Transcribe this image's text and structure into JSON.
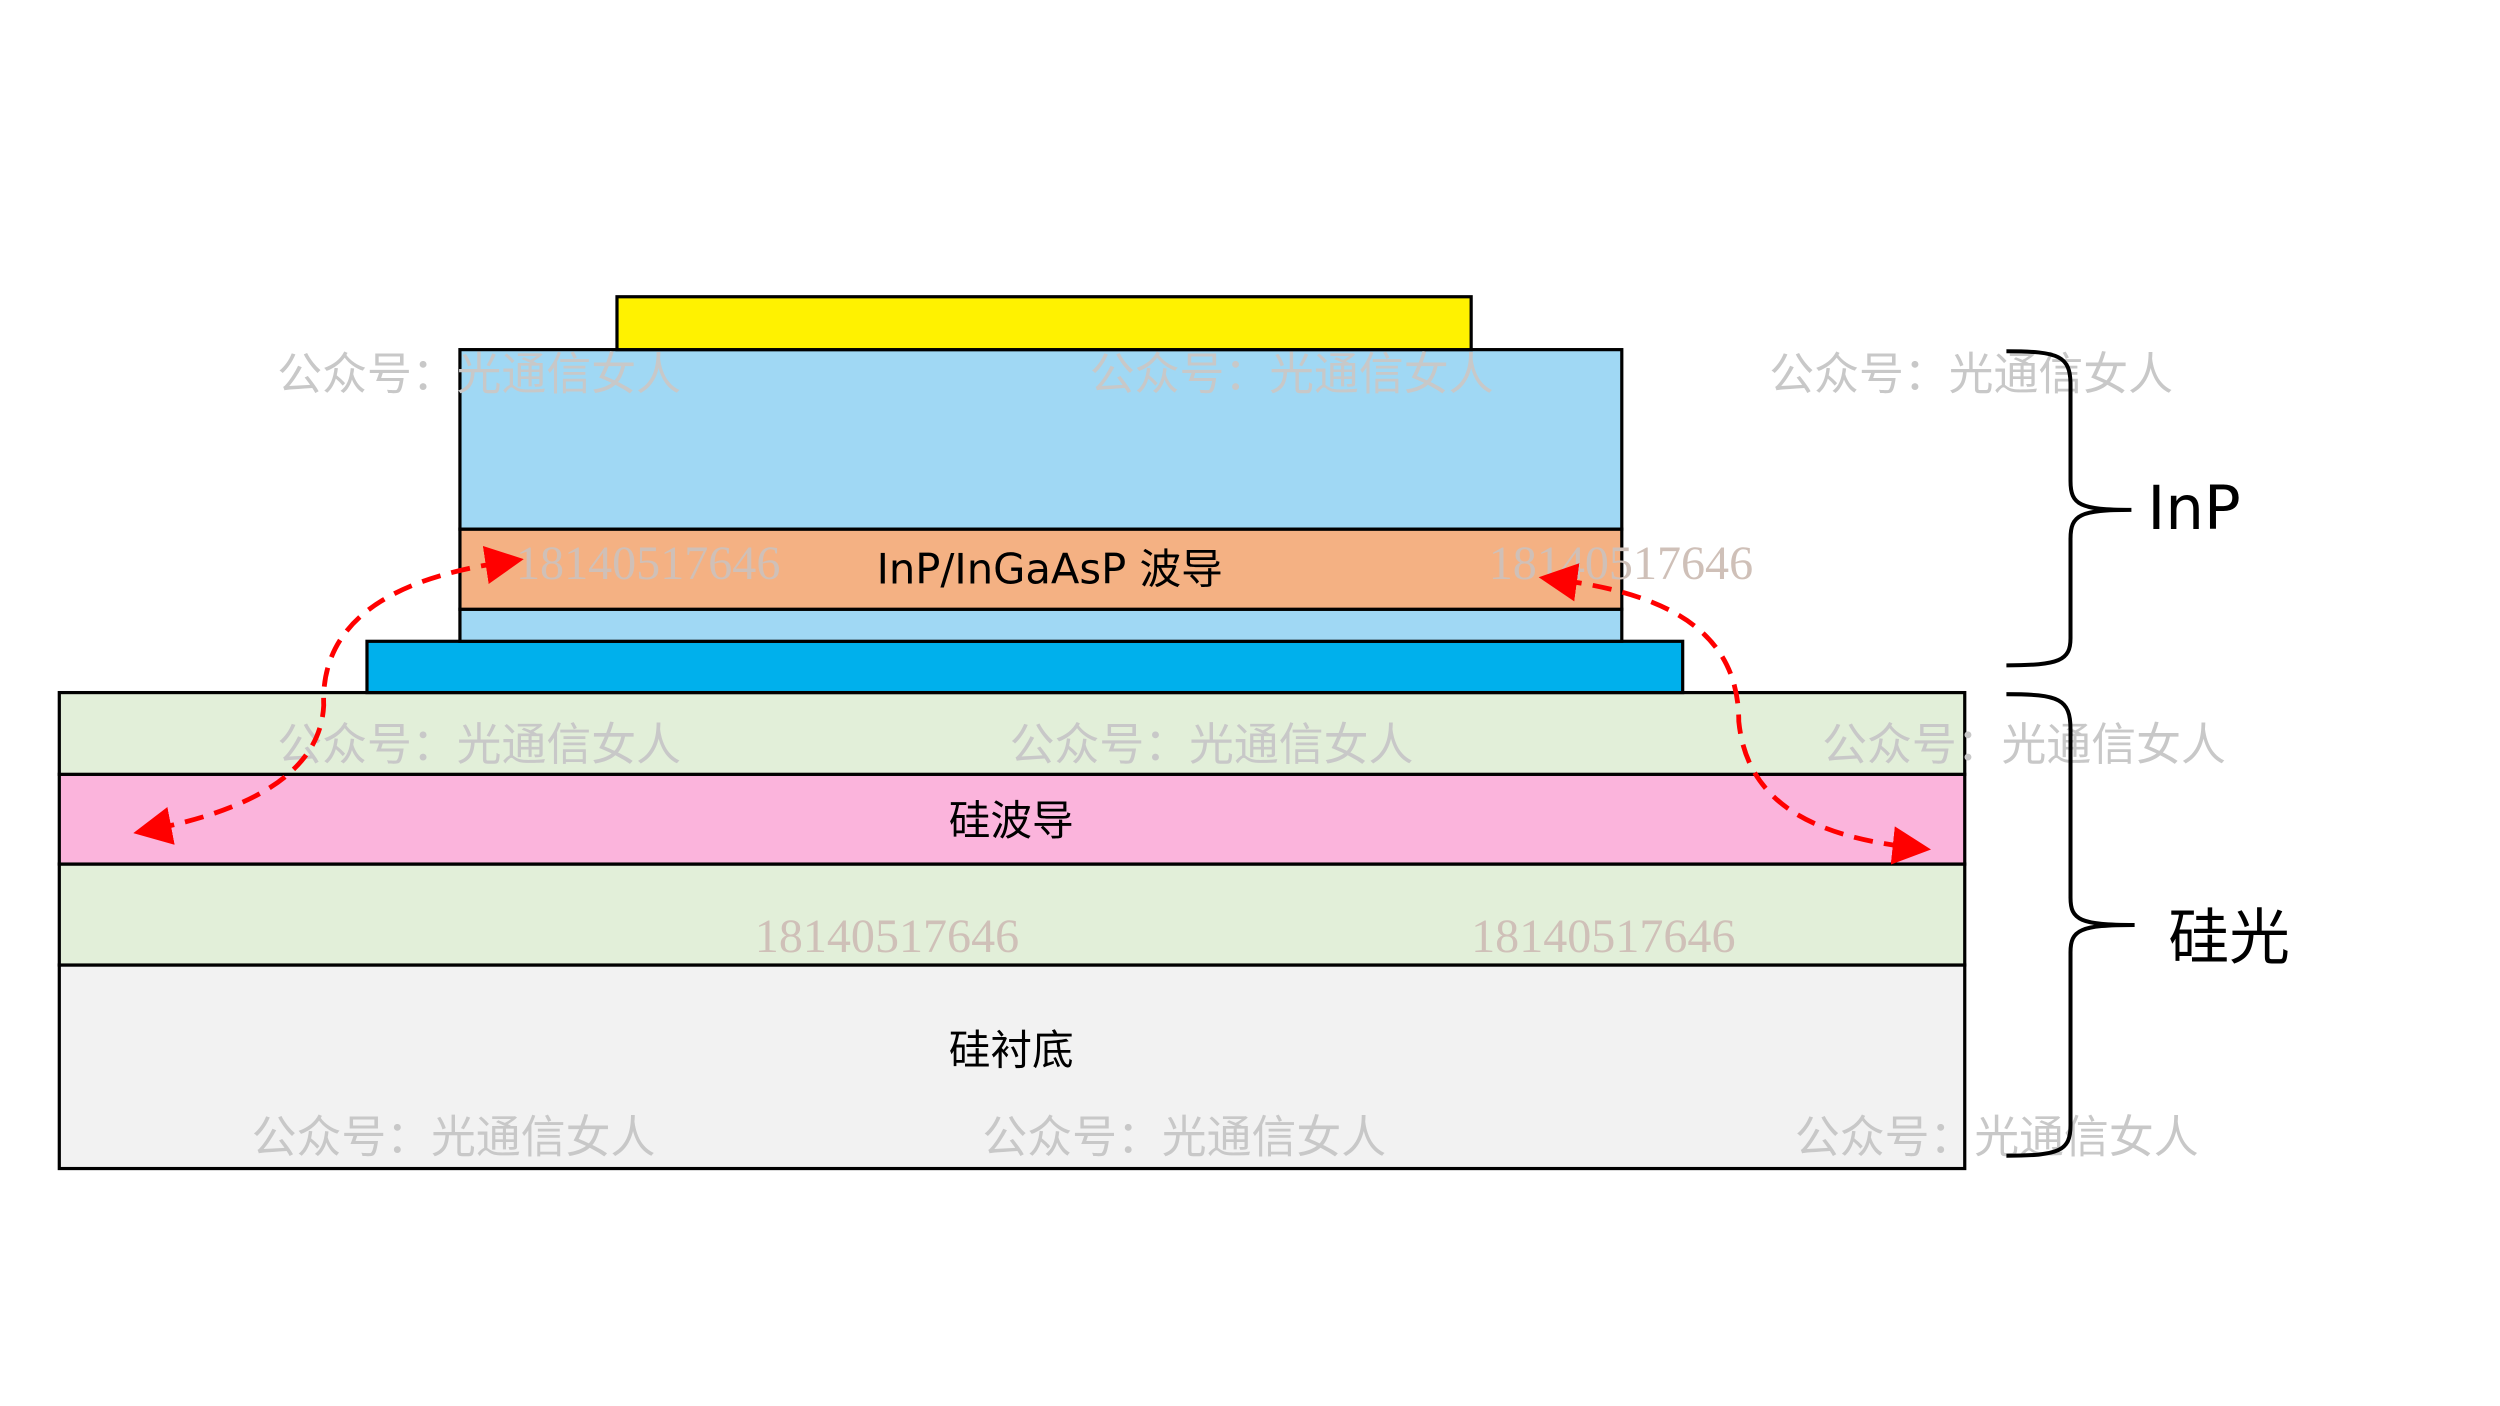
{
  "labels": {
    "inp_waveguide": "InP/InGaAsP 波导",
    "si_waveguide": "硅波导",
    "si_substrate": "硅衬底",
    "brace_inp": "InP",
    "brace_si": "硅光"
  },
  "watermarks": {
    "account": "公众号：光通信女人",
    "phone": "18140517646"
  },
  "colors": {
    "electrode": "#fff200",
    "inp_cladding": "#a0d8f4",
    "inp_waveguide": "#f4b183",
    "bonding_layer": "#00b0ec",
    "oxide": "#e2efd9",
    "si_waveguide": "#fbb4dc",
    "substrate": "#f2f2f2",
    "arrow": "#ff0000"
  }
}
